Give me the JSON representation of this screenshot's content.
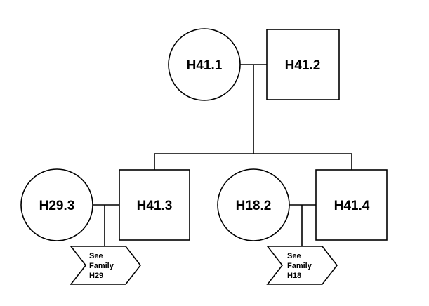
{
  "pedigree": {
    "generation1": {
      "mother": "H41.1",
      "father": "H41.2"
    },
    "generation2": {
      "couple_left": {
        "spouse": "H29.3",
        "child": "H41.3",
        "note": [
          "See",
          "Family",
          "H29"
        ]
      },
      "couple_right": {
        "spouse": "H18.2",
        "child": "H41.4",
        "note": [
          "See",
          "Family",
          "H18"
        ]
      }
    }
  }
}
